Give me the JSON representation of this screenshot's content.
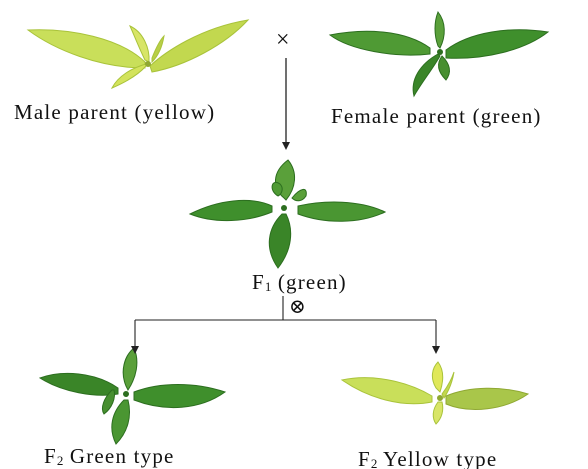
{
  "diagram": {
    "male_parent": {
      "label": "Male parent (yellow)",
      "color": "yellow"
    },
    "female_parent": {
      "label": "Female parent (green)",
      "color": "green"
    },
    "cross_symbol": "×",
    "f1": {
      "prefix": "F",
      "sub": "1",
      "label": " (green)"
    },
    "selfing_symbol": "⊗",
    "f2_green": {
      "prefix": "F",
      "sub": "2",
      "label": " Green type"
    },
    "f2_yellow": {
      "prefix": "F",
      "sub": "2",
      "label": " Yellow type"
    }
  },
  "colors": {
    "yellow_leaf": "#c9df5a",
    "yellow_leaf_dark": "#a9c33a",
    "green_leaf": "#3f8f2c",
    "green_leaf_dark": "#2c6e1f",
    "line": "#222222"
  }
}
